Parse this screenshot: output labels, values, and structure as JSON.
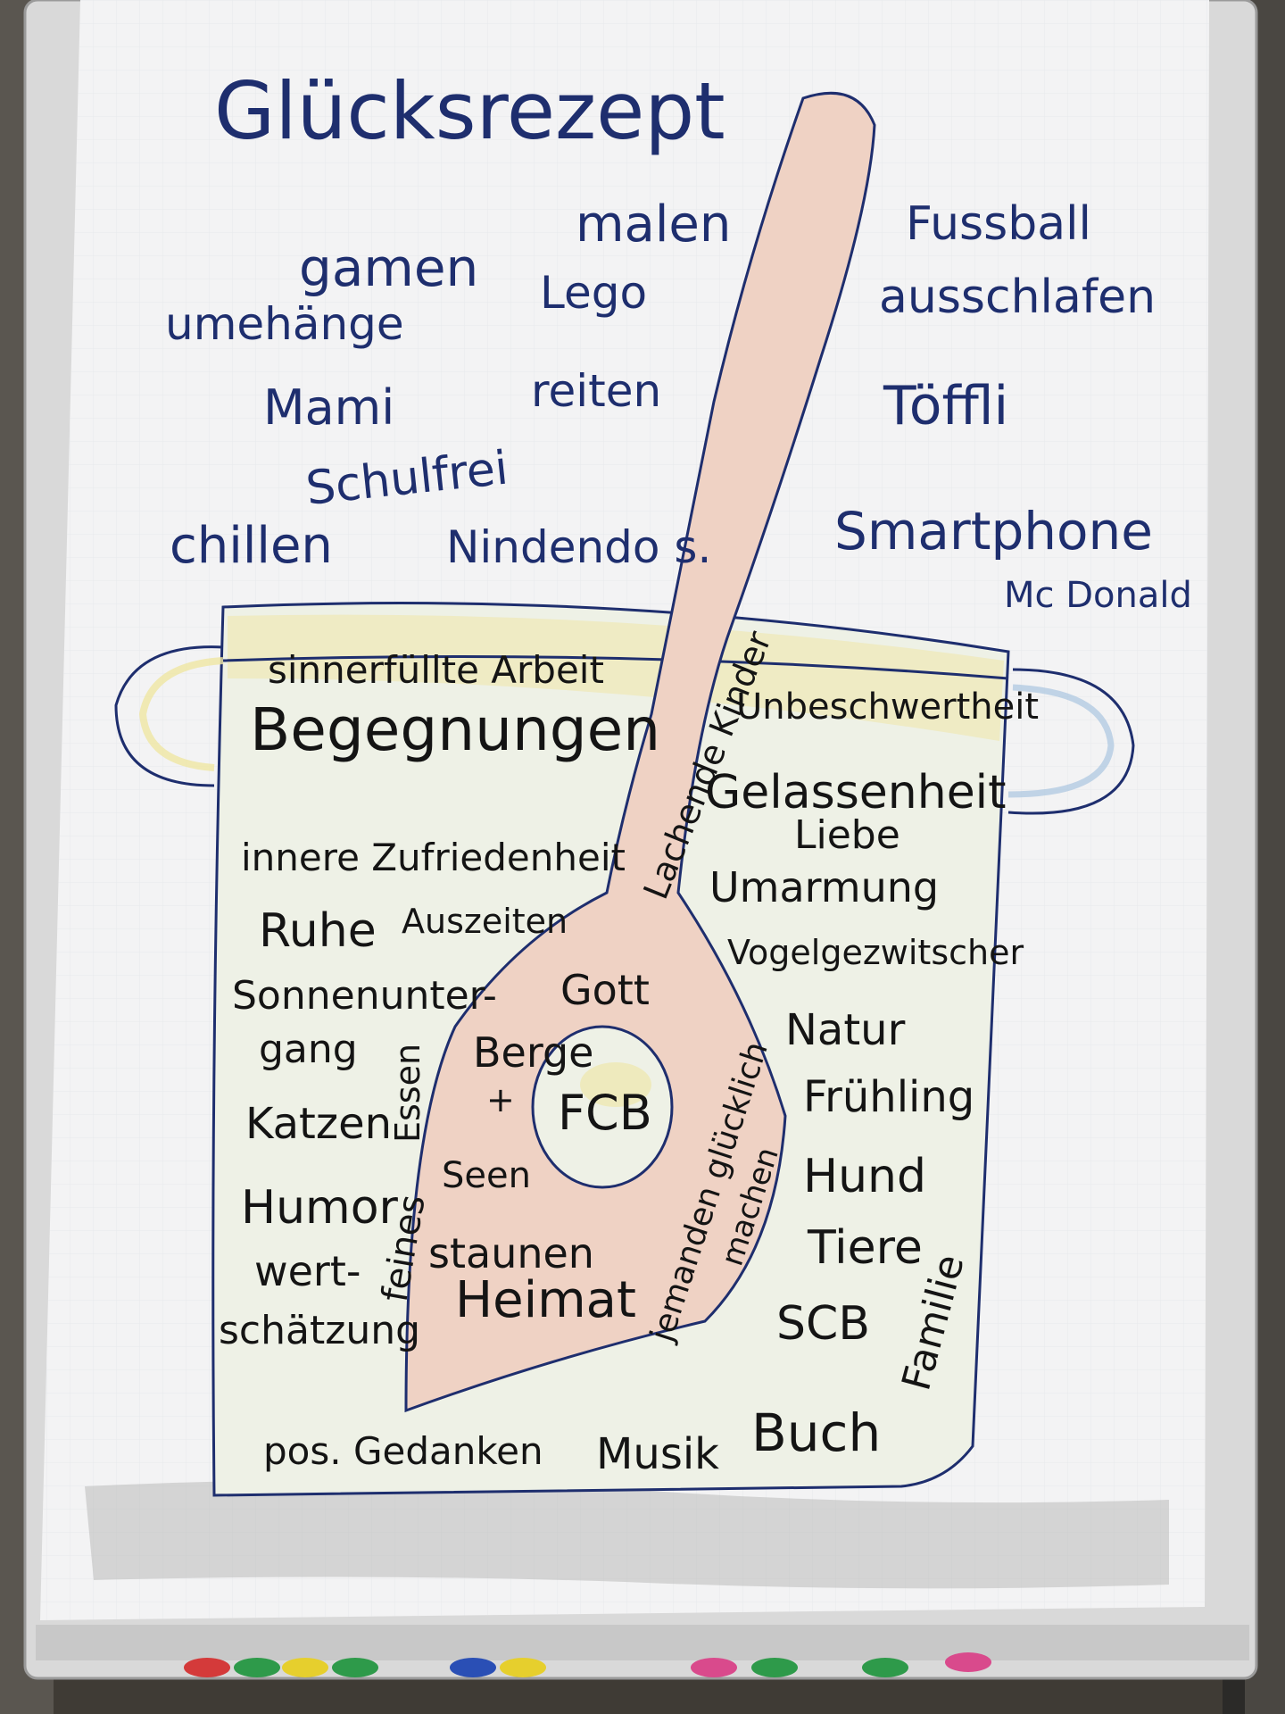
{
  "title": "Glücksrezept",
  "colors": {
    "blue_marker": "#1e2e6e",
    "black_marker": "#141414",
    "spoon_chalk": "#d9a08c",
    "pot_chalk_yellow": "#efe6a2",
    "pot_chalk_blue": "#a9c4df",
    "paper": "#f3f3f4"
  },
  "words_outside": {
    "gamen": "gamen",
    "umehaenge": "umehänge",
    "malen": "malen",
    "lego": "Lego",
    "reiten": "reiten",
    "mami": "Mami",
    "schulfrei": "Schulfrei",
    "chillen": "chillen",
    "nindendo": "Nindendo s.",
    "fussball": "Fussball",
    "ausschlafen": "ausschlafen",
    "toeffli": "Töffli",
    "smartphone": "Smartphone",
    "mcdonald": "Mc Donald"
  },
  "words_pot": {
    "sinnerfuellte_arbeit": "sinnerfüllte Arbeit",
    "begegnungen": "Begegnungen",
    "innere_zufriedenheit": "innere Zufriedenheit",
    "ruhe": "Ruhe",
    "auszeiten": "Auszeiten",
    "sonnenunter": "Sonnenunter-",
    "gang": "gang",
    "katzen": "Katzen",
    "essen": "Essen",
    "humor": "Humor",
    "feines": "feines",
    "wert": "wert-",
    "schaetzung": "schätzung",
    "pos_gedanken": "pos. Gedanken",
    "musik": "Musik",
    "buch": "Buch",
    "unbeschwertheit": "Unbeschwertheit",
    "gelassenheit": "Gelassenheit",
    "liebe": "Liebe",
    "umarmung": "Umarmung",
    "vogelgezwitscher": "Vogelgezwitscher",
    "natur": "Natur",
    "fruehling": "Frühling",
    "hund": "Hund",
    "tiere": "Tiere",
    "scb": "SCB",
    "familie": "Familie"
  },
  "words_spoon": {
    "lachende_kinder": "Lachende Kinder",
    "gott": "Gott",
    "berge": "Berge",
    "plus": "+",
    "seen": "Seen",
    "fcb": "FCB",
    "staunen": "staunen",
    "heimat": "Heimat",
    "jemanden_gluecklich": "jemanden glücklich",
    "machen": "machen"
  }
}
